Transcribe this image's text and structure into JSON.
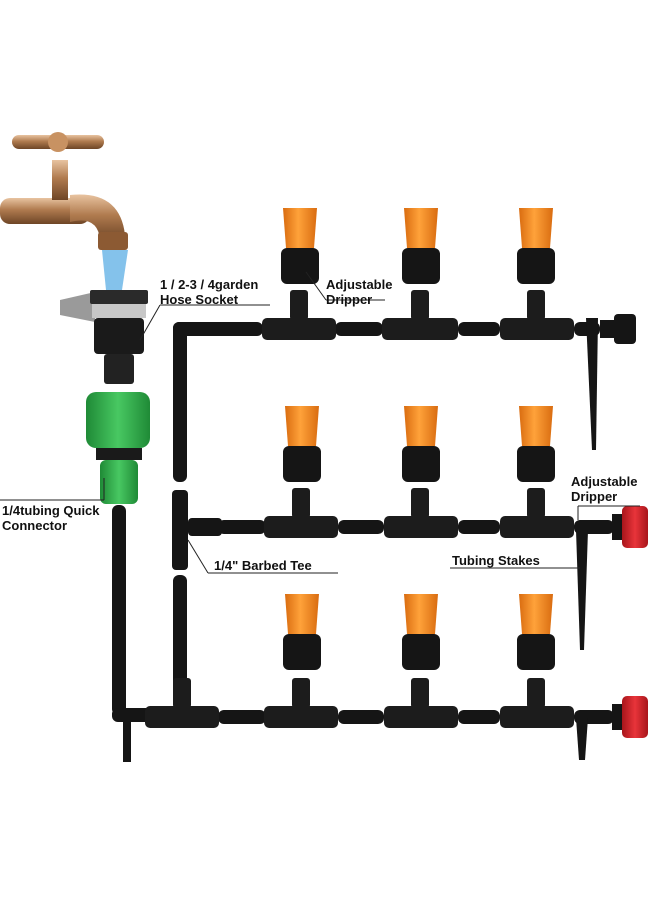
{
  "labels": {
    "hose_socket_line1": "1 / 2-3 / 4garden",
    "hose_socket_line2": "Hose Socket",
    "adjustable_dripper_top_line1": "Adjustable",
    "adjustable_dripper_top_line2": "Dripper",
    "quick_connector_line1": "1/4tubing Quick",
    "quick_connector_line2": "Connector",
    "barbed_tee": "1/4\" Barbed Tee",
    "adjustable_dripper_right_line1": "Adjustable",
    "adjustable_dripper_right_line2": "Dripper",
    "tubing_stakes": "Tubing Stakes"
  },
  "colors": {
    "tubing": "#151515",
    "sprinkler_cap": "#f08a1e",
    "quick_connector": "#2fae4a",
    "red_dripper": "#d8232a",
    "faucet": "#b07b4f",
    "water": "#6fb7e8"
  }
}
